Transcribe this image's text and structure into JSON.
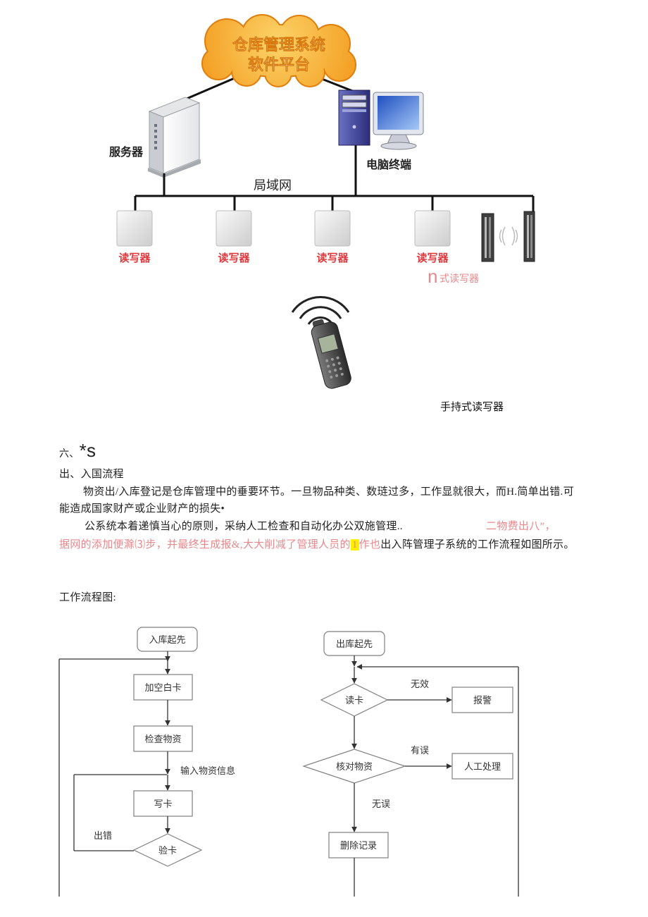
{
  "network_diagram": {
    "cloud": {
      "line1": "仓库管理系统",
      "line2": "软件平台"
    },
    "server_label": "服务器",
    "terminal_label": "电脑终端",
    "lan_label": "局域网",
    "readers": [
      {
        "label": "读写器"
      },
      {
        "label": "读写器"
      },
      {
        "label": "读写器"
      },
      {
        "label": "读写器"
      }
    ],
    "gate_reader": {
      "prefix": "n",
      "label": "式读写器"
    },
    "handheld_label": "手持式读写器"
  },
  "section": {
    "number": "六、",
    "mark": "*s",
    "subtitle": "出、入国流程"
  },
  "body": {
    "p1_line1": "物资出/入库登记是仓库管理中的垂要环节。一旦物品种类、数琏过多，工作显就很大，而H.简单出错.可",
    "p1_line2": "能造成国家财产或企业财产的损失•",
    "p2_line1": "公系统本着递慎当心的原则，采纳人工检查和自动化办公双施管理..",
    "p2_line1_red": "二物费出八”，",
    "p2_line2_red": "据网的添加便滁⑶步，并最终生成报&,大大削减了管理人员的",
    "p2_line2_highlight": "1",
    "p2_line2_red2": "作也",
    "p2_line2": "出入阵管理子系统的工作流程如图所示。"
  },
  "flowchart": {
    "title": "工作流程图:",
    "inbound": {
      "start": "入库起先",
      "step1": "加空白卡",
      "step2": "检查物资",
      "input_label": "输入物资信息",
      "step3": "写卡",
      "check": "验卡",
      "error_label": "出错"
    },
    "outbound": {
      "start": "出库起先",
      "read": "读卡",
      "invalid_label": "无效",
      "alarm": "报警",
      "verify": "核对物资",
      "mistake_label": "有误",
      "manual": "人工处理",
      "ok_label": "无误",
      "delete": "删除记录"
    }
  },
  "colors": {
    "cloud_fill": "#f39a1c",
    "reader_label": "#e0393e",
    "annotation_pink": "#e8888c",
    "highlight": "#ffee00",
    "terminal_body": "#2c2e7a"
  }
}
